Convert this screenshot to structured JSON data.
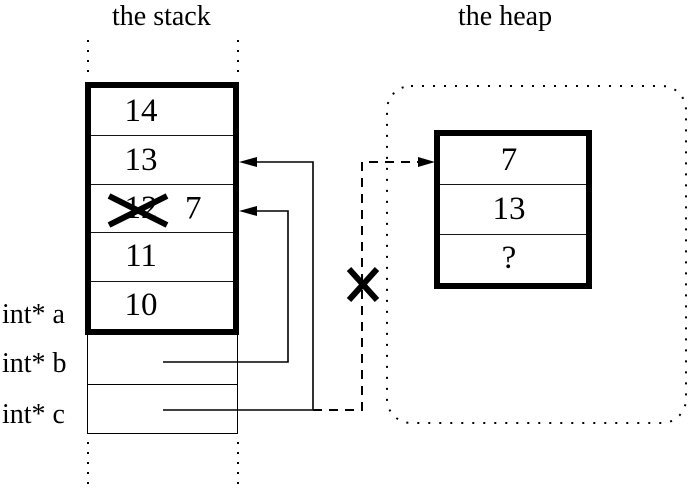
{
  "colors": {
    "ink": "#000000",
    "background": "#ffffff"
  },
  "stack": {
    "title": "the stack",
    "cells": [
      {
        "value": "14"
      },
      {
        "value": "13"
      },
      {
        "old_value": "12",
        "crossed_out": true,
        "new_value": "7"
      },
      {
        "value": "11"
      },
      {
        "value": "10"
      }
    ],
    "pointer_labels": [
      {
        "label": "int* a"
      },
      {
        "label": "int* b"
      },
      {
        "label": "int* c"
      }
    ]
  },
  "heap": {
    "title": "the heap",
    "cells": [
      {
        "value": "7"
      },
      {
        "value": "13"
      },
      {
        "value": "?"
      }
    ]
  },
  "arrows": [
    {
      "from": "int* b",
      "to": "stack cell with crossed-out 12 (now 7)",
      "style": "solid"
    },
    {
      "from": "int* c",
      "to": "stack cell 13",
      "style": "solid"
    },
    {
      "from": "int* c",
      "to": "heap block",
      "style": "dashed",
      "crossed_out": true
    }
  ]
}
